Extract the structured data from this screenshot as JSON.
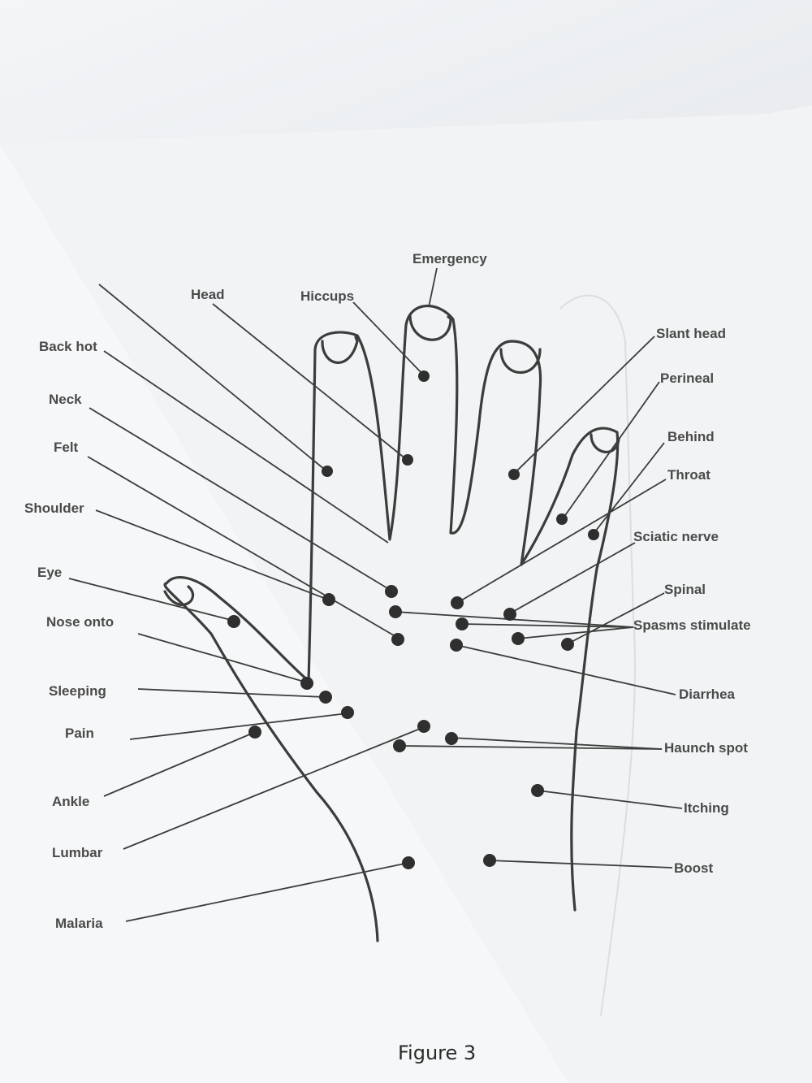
{
  "figure": {
    "caption": "Figure 3",
    "labels": {
      "emergency": "Emergency",
      "head": "Head",
      "hiccups": "Hiccups",
      "back_hot": "Back hot",
      "neck": "Neck",
      "felt": "Felt",
      "shoulder": "Shoulder",
      "eye": "Eye",
      "nose_onto": "Nose onto",
      "sleeping": "Sleeping",
      "pain": "Pain",
      "ankle": "Ankle",
      "lumbar": "Lumbar",
      "malaria": "Malaria",
      "slant_head": "Slant head",
      "perineal": "Perineal",
      "behind": "Behind",
      "throat": "Throat",
      "sciatic_nerve": "Sciatic nerve",
      "spinal": "Spinal",
      "spasms_stimulate": "Spasms stimulate",
      "diarrhea": "Diarrhea",
      "haunch_spot": "Haunch spot",
      "itching": "Itching",
      "boost": "Boost"
    }
  },
  "colors": {
    "ink": "#3c3c3c",
    "paper": "#f6f7f8",
    "background": "#dfe2e5"
  }
}
